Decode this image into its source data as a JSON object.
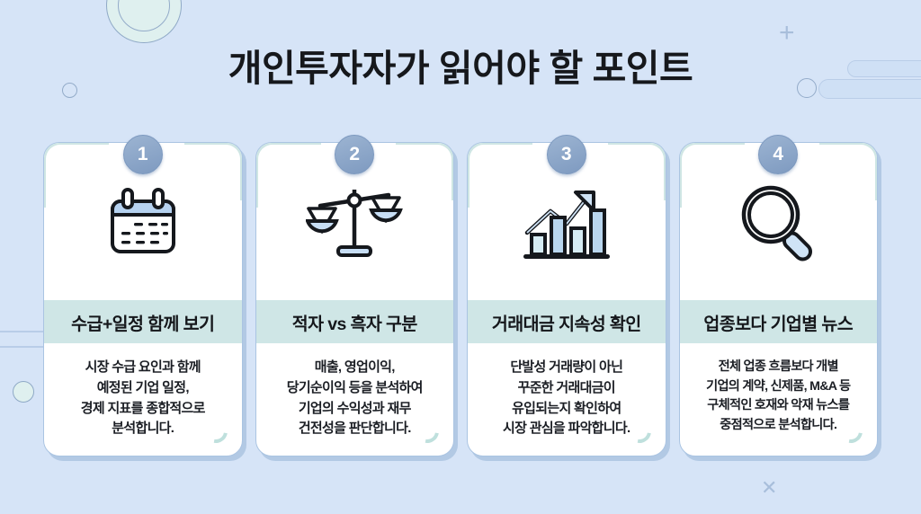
{
  "page": {
    "title": "개인투자자가 읽어야 할 포인트",
    "background_color": "#d6e4f7",
    "accent_color": "#cfe6e6",
    "badge_color": "#8ba7c9"
  },
  "cards": [
    {
      "number": "1",
      "icon": "calendar-icon",
      "title": "수급+일정 함께 보기",
      "body_lines": [
        "시장 수급 요인과 함께",
        "예정된 기업 일정,",
        "경제 지표를 종합적으로",
        "분석합니다."
      ]
    },
    {
      "number": "2",
      "icon": "balance-scale-icon",
      "title": "적자 vs 흑자 구분",
      "body_lines": [
        "매출, 영업이익,",
        "당기순이익 등을 분석하여",
        "기업의 수익성과 재무",
        "건전성을 판단합니다."
      ]
    },
    {
      "number": "3",
      "icon": "growth-bar-chart-icon",
      "title": "거래대금 지속성 확인",
      "body_lines": [
        "단발성 거래량이 아닌",
        "꾸준한 거래대금이",
        "유입되는지 확인하여",
        "시장 관심을 파악합니다."
      ]
    },
    {
      "number": "4",
      "icon": "magnifier-icon",
      "title": "업종보다 기업별 뉴스",
      "body_lines": [
        "전체 업종 흐름보다 개별",
        "기업의 계약, 신제품, M&A 등",
        "구체적인 호재와 악재 뉴스를",
        "중점적으로 분석합니다."
      ]
    }
  ],
  "decorations": {
    "plus_glyph": "+",
    "x_glyph": "✕"
  }
}
